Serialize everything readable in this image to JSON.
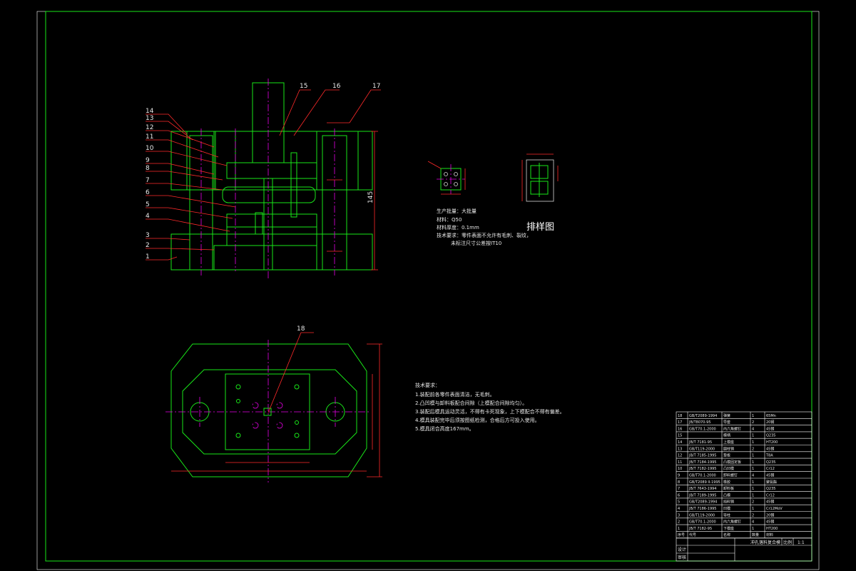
{
  "callouts_left": [
    "14",
    "13",
    "12",
    "11",
    "10",
    "9",
    "8",
    "7",
    "6",
    "5",
    "4",
    "3",
    "2",
    "1"
  ],
  "callouts_top": [
    "15",
    "16",
    "17"
  ],
  "callout_plan": "18",
  "dim_vertical": "145",
  "layout_title": "排样图",
  "part_notes": [
    "生产批量：大批量",
    "材料：Q50",
    "材料厚度：0.1mm",
    "技术要求：零件表面不允许有毛刺、裂纹，",
    "未标注尺寸公差按IT10"
  ],
  "tech_title": "技术要求：",
  "tech_notes": [
    "1.装配前各零件表面清洁，无毛刺。",
    "2.凸凹模与卸料板配合间隙（上模配合间隙均匀）。",
    "3.装配后模具运动灵活，不得有卡死现象，上下模配合不得有偏差。",
    "4.模具装配完毕后须按图纸检测，合格后方可投入使用。",
    "5.模具闭合高度167mm。"
  ],
  "bom_rows": [
    [
      "18",
      "GB/T2089-1994",
      "弹簧",
      "1",
      "65Mn"
    ],
    [
      "17",
      "JB/T8070-95",
      "导套",
      "2",
      "20钢"
    ],
    [
      "16",
      "GB/T70.1-2000",
      "内六角螺钉",
      "4",
      "45钢"
    ],
    [
      "15",
      "",
      "模柄",
      "1",
      "Q235"
    ],
    [
      "14",
      "JB/T 7181-95",
      "上模座",
      "1",
      "HT200"
    ],
    [
      "13",
      "GB/T119-2000",
      "圆柱销",
      "2",
      "45钢"
    ],
    [
      "12",
      "JB/T 7185-1995",
      "垫板",
      "1",
      "T8A"
    ],
    [
      "11",
      "JB/T 7184-1995",
      "凸模固定板",
      "1",
      "Q235"
    ],
    [
      "10",
      "JB/T 7182-1995",
      "凸凹模",
      "1",
      "Cr12"
    ],
    [
      "9",
      "GB/T70.1-2000",
      "卸料螺钉",
      "4",
      "45钢"
    ],
    [
      "8",
      "GB/T2089 II-1995",
      "橡胶",
      "1",
      "聚氨酯"
    ],
    [
      "7",
      "JB/T 7643-1994",
      "卸料板",
      "1",
      "Q235"
    ],
    [
      "6",
      "JB/T 7189-1995",
      "凸模",
      "1",
      "Cr12"
    ],
    [
      "5",
      "GB/T2089-1994",
      "挡料销",
      "2",
      "45钢"
    ],
    [
      "4",
      "JB/T 7186-1995",
      "凹模",
      "1",
      "Cr12MoV"
    ],
    [
      "3",
      "GB/T119-2000",
      "导柱",
      "2",
      "20钢"
    ],
    [
      "2",
      "GB/T70.1-2000",
      "内六角螺钉",
      "4",
      "45钢"
    ],
    [
      "1",
      "JB/T 7182-95",
      "下模座",
      "1",
      "HT200"
    ]
  ],
  "bom_header": [
    "序号",
    "代号",
    "名称",
    "数量",
    "材料"
  ],
  "title_block": {
    "name": "冲孔落料复合模",
    "scale_label": "比例",
    "scale_value": "1:1",
    "row1": "设计",
    "row2": "审核"
  },
  "colors": {
    "outline": "#19e619",
    "dimension": "#ff2a2a",
    "centerline": "#e600e6",
    "text": "#ffffff",
    "background": "#000000"
  }
}
